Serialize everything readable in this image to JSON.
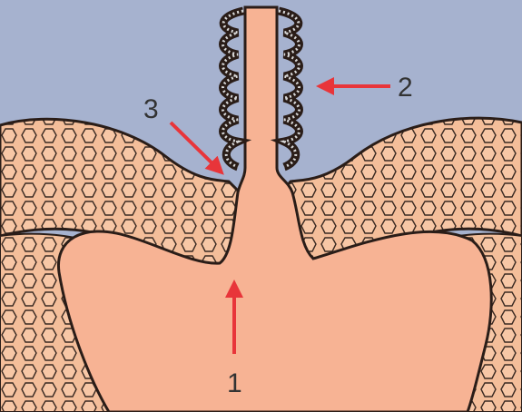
{
  "diagram": {
    "labels": [
      {
        "id": "1",
        "text": "1"
      },
      {
        "id": "2",
        "text": "2"
      },
      {
        "id": "3",
        "text": "3"
      }
    ],
    "colors": {
      "background": "#a6b2cf",
      "tissue": "#f7b394",
      "cells": "#f4be9a",
      "outline": "#2a1d18",
      "arrow": "#e8353a",
      "label": "#333333"
    }
  }
}
